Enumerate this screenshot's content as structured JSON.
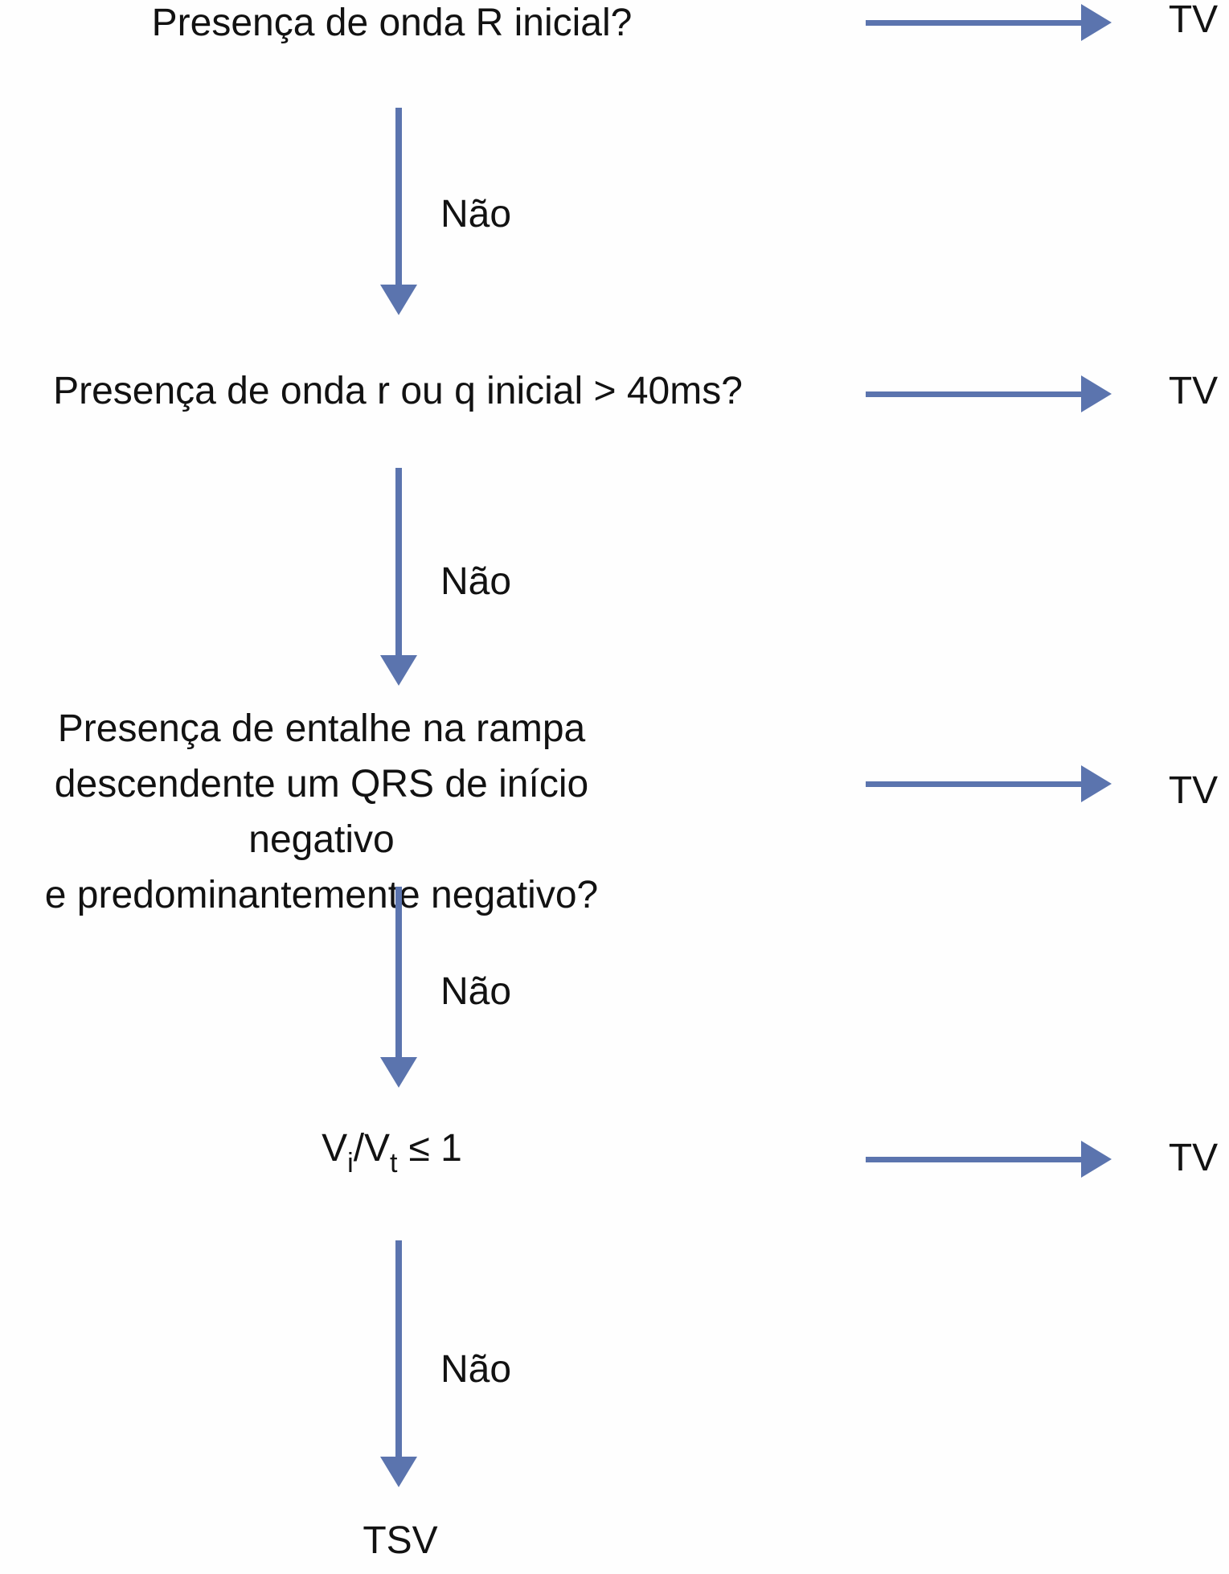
{
  "colors": {
    "arrow": "#5b74ae",
    "text": "#121212"
  },
  "flow": {
    "q1": {
      "text": "Presença de onda R inicial?",
      "result": "TV"
    },
    "no1": "Não",
    "q2": {
      "text": "Presença de onda r ou q inicial > 40ms?",
      "result": "TV"
    },
    "no2": "Não",
    "q3": {
      "lines": [
        "Presença de entalhe na rampa",
        "descendente um QRS de início negativo",
        "e predominantemente negativo?"
      ],
      "result": "TV"
    },
    "no3": "Não",
    "q4": {
      "v1": "V",
      "sub_i": "i",
      "mid": "/V",
      "sub_t": "t",
      "cond": "≤ 1",
      "result": "TV"
    },
    "no4": "Não",
    "final": "TSV"
  }
}
